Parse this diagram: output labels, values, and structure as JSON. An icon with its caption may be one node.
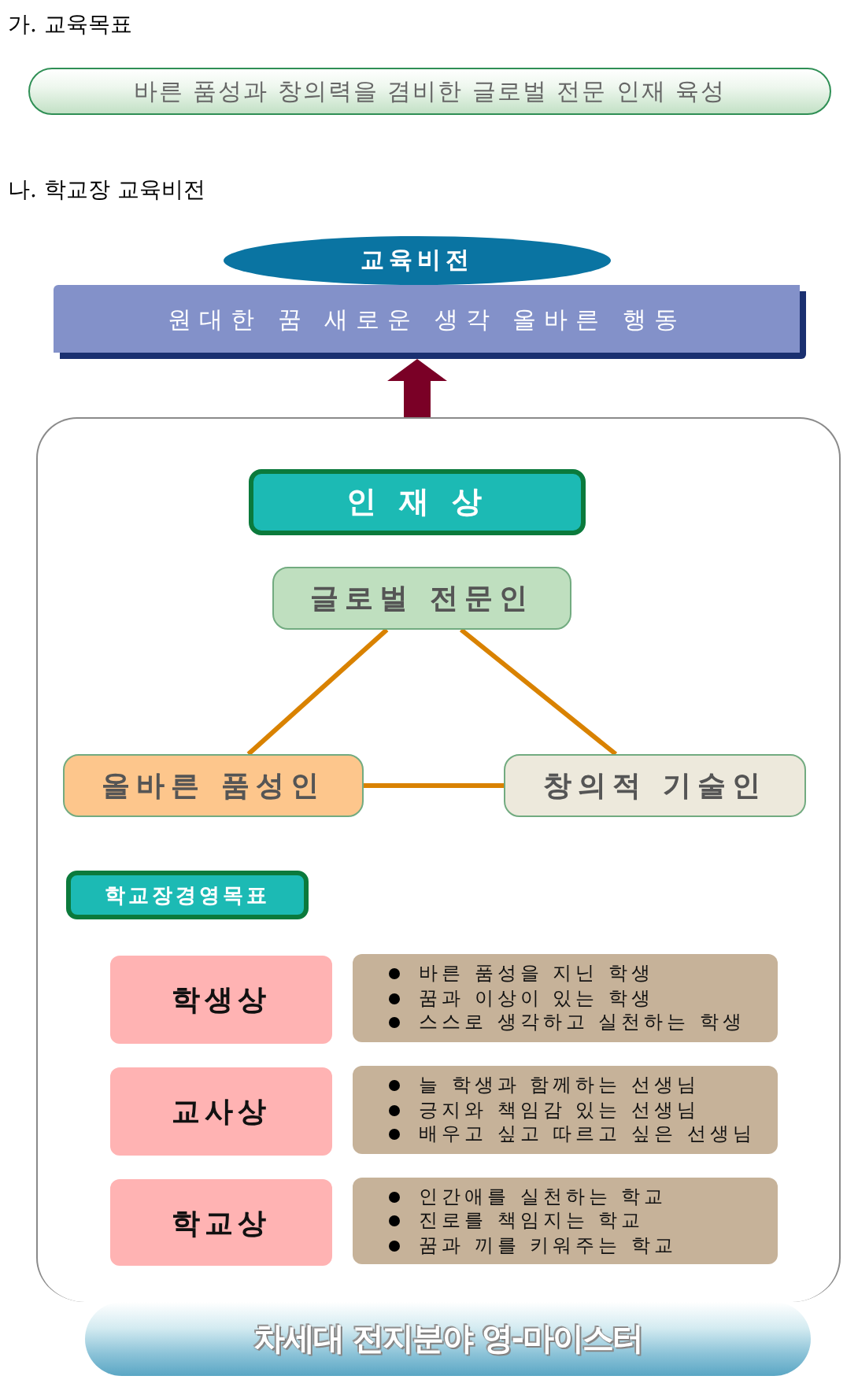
{
  "diagram": {
    "nodes": [
      {
        "text": [
          "바른 품성과 창의력을 겸비한 글로벌 전문 인재 육성"
        ]
      },
      {
        "text": [
          "교육비전"
        ]
      },
      {
        "text": [
          "원대한 꿈 새로운 생각 올바른 행동"
        ]
      },
      {
        "text": [],
        "shape": "box"
      },
      {
        "text": [
          "인 재 상"
        ],
        "in": 3
      },
      {
        "text": [
          "글로벌 전문인"
        ],
        "in": 3
      },
      {
        "text": [
          "올바른 품성인"
        ],
        "in": 3
      },
      {
        "text": [
          "창의적 기술인"
        ],
        "in": 3
      },
      {
        "text": [
          "학교장경영목표"
        ],
        "in": 3
      },
      {
        "text": [
          "학생상"
        ],
        "in": 3
      },
      {
        "text": [
          "바른 품성을 지닌 학생",
          "꿈과 이상이 있는 학생",
          "스스로 생각하고 실천하는 학생"
        ],
        "in": 3
      },
      {
        "text": [
          "교사상"
        ],
        "in": 3
      },
      {
        "text": [
          "늘 학생과 함께하는 선생님",
          "긍지와 책임감 있는 선생님",
          "배우고 싶고 따르고 싶은 선생님"
        ],
        "in": 3
      },
      {
        "text": [
          "학교상"
        ],
        "in": 3
      },
      {
        "text": [
          "인간애를 실천하는 학교",
          "진로를 책임지는 학교",
          "꿈과 끼를 키워주는 학교"
        ],
        "in": 3
      },
      {
        "text": [
          "차세대 전지분야 영-마이스터"
        ]
      }
    ],
    "edges": [
      {
        "from": 5,
        "to": 6,
        "arrow": "none"
      },
      {
        "from": 5,
        "to": 7,
        "arrow": "none"
      },
      {
        "from": 6,
        "to": 7,
        "arrow": "none"
      },
      {
        "from": 3,
        "to": 2,
        "arrow": "to",
        "style": "thick",
        "color": "#7a0026"
      }
    ],
    "labels": [
      "가. 교육목표",
      "나. 학교장 교육비전"
    ]
  }
}
